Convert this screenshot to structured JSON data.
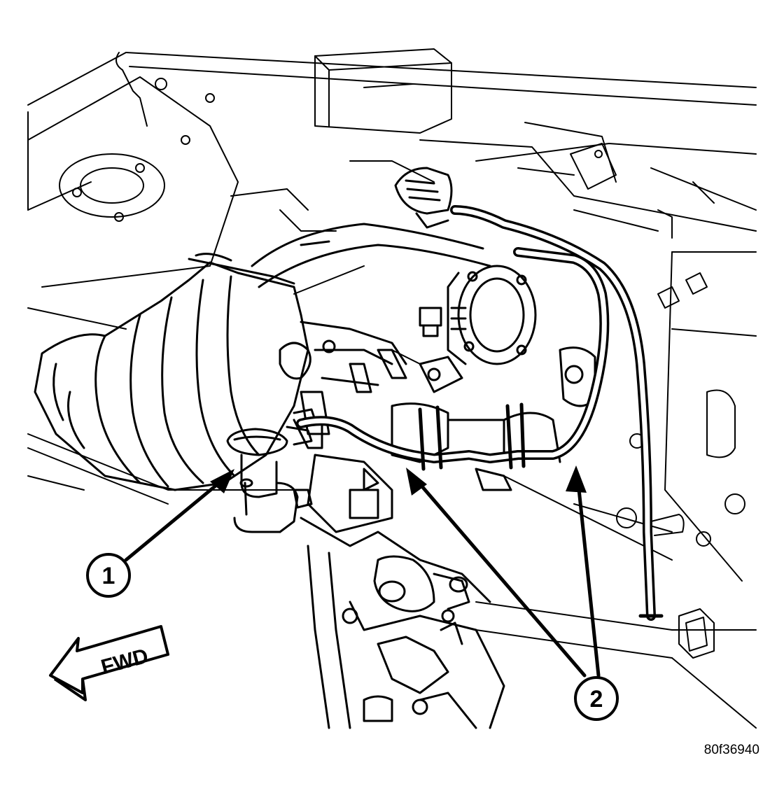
{
  "diagram": {
    "callouts": [
      {
        "id": "1",
        "label": "1"
      },
      {
        "id": "2",
        "label": "2"
      }
    ],
    "direction_label": "FWD",
    "figure_code": "80f36940"
  }
}
